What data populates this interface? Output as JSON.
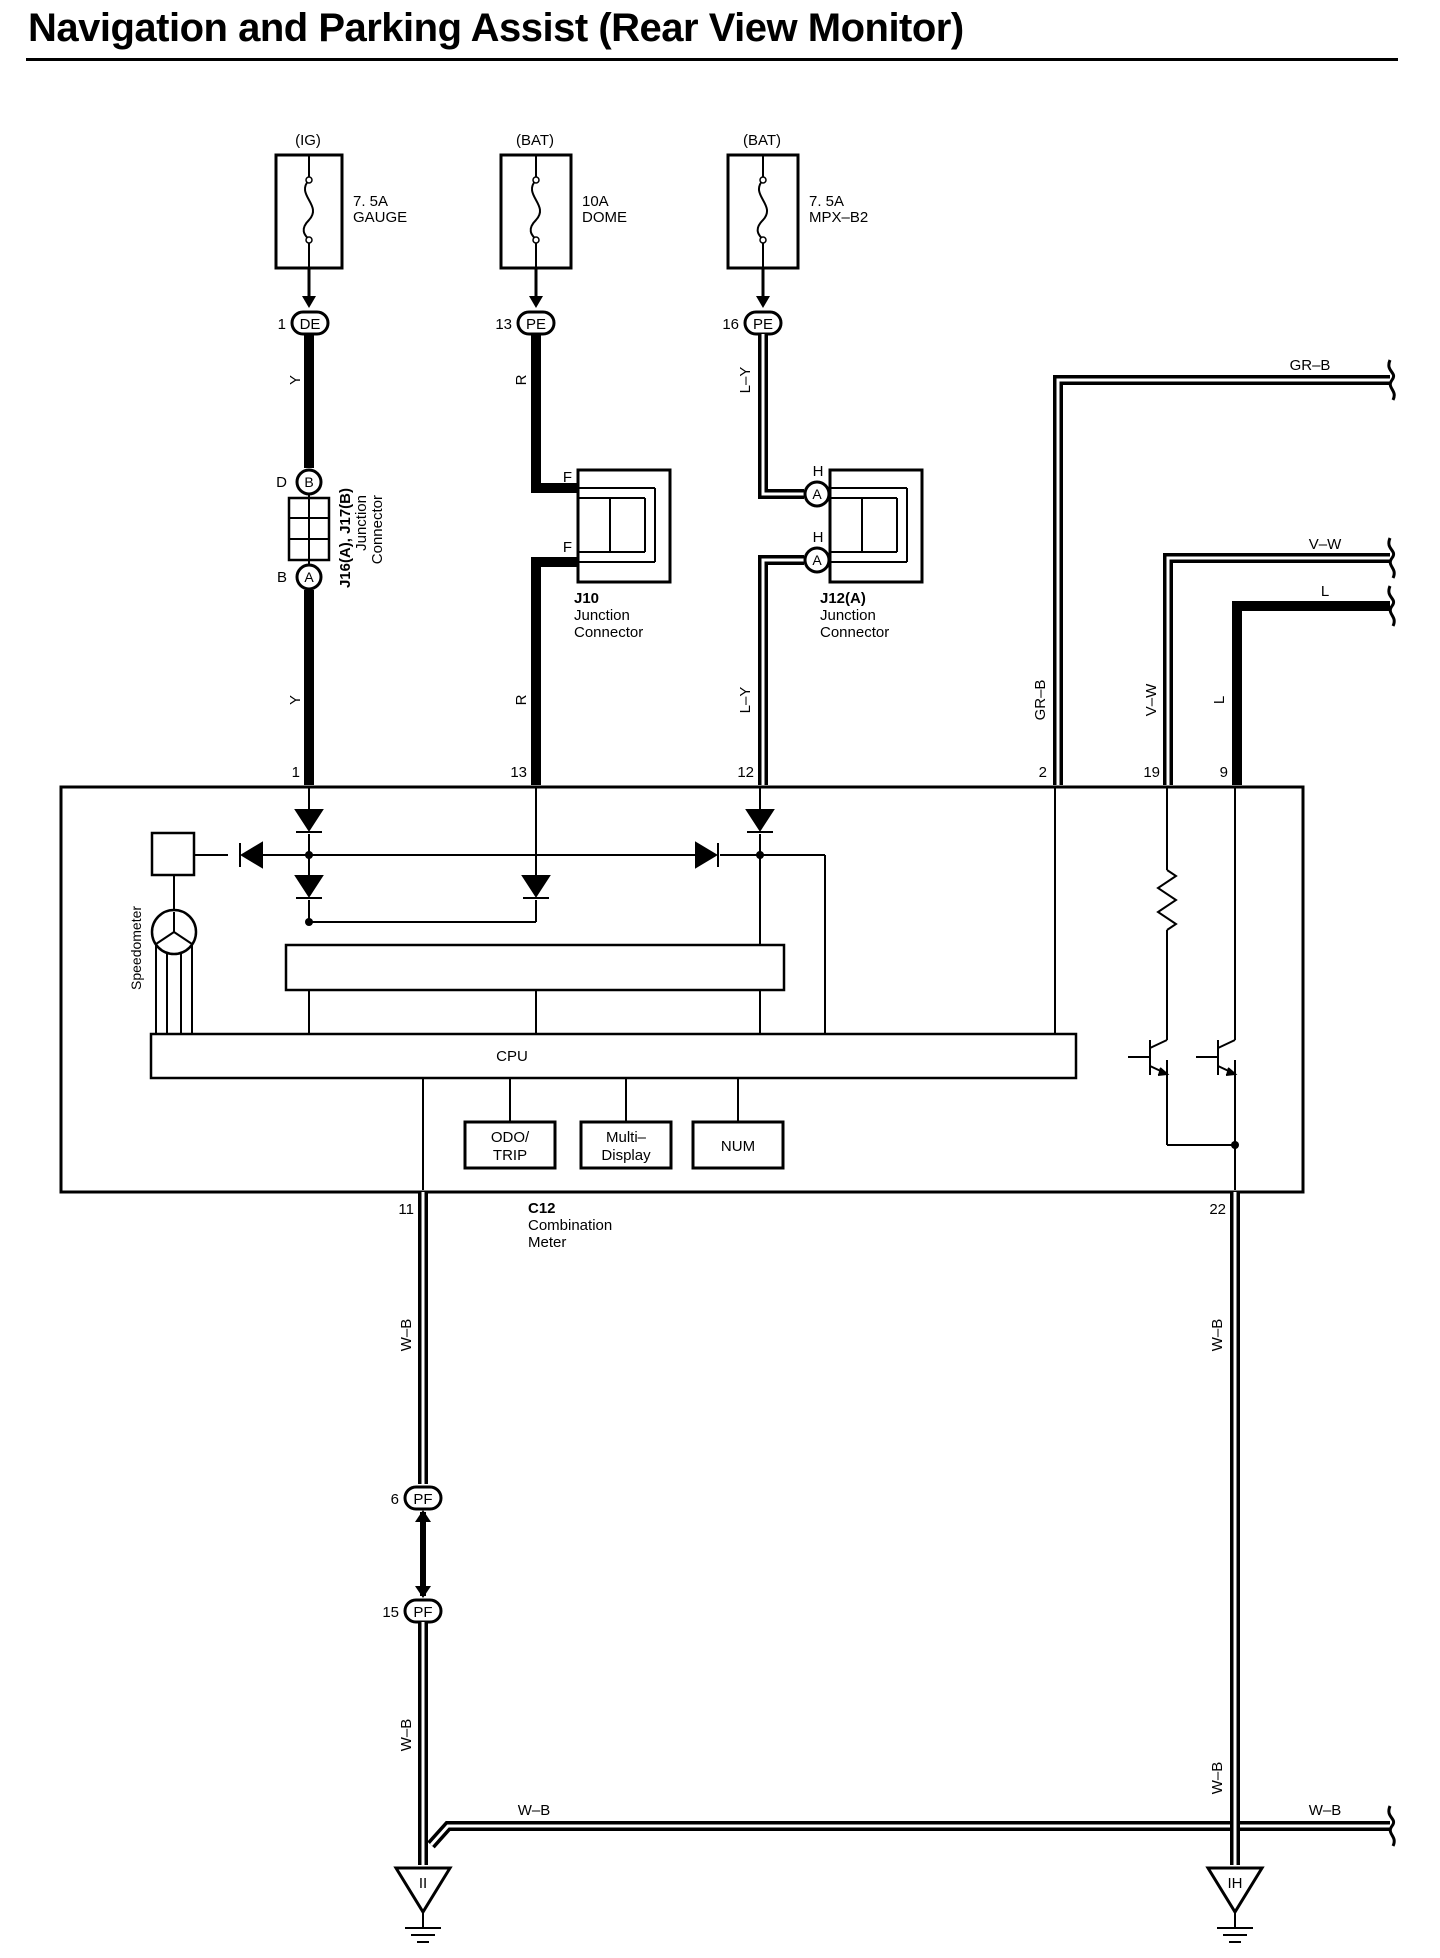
{
  "title": "Navigation and Parking Assist (Rear View Monitor)",
  "fuses": [
    {
      "source": "(IG)",
      "rating": "7. 5A",
      "name": "GAUGE"
    },
    {
      "source": "(BAT)",
      "rating": "10A",
      "name": "DOME"
    },
    {
      "source": "(BAT)",
      "rating": "7. 5A",
      "name": "MPX–B2"
    }
  ],
  "connectors": {
    "de_pin": "1",
    "de": "DE",
    "pe13_pin": "13",
    "pe": "PE",
    "pe16_pin": "16",
    "pf6_pin": "6",
    "pf": "PF",
    "pf15_pin": "15"
  },
  "junctions": {
    "j16": {
      "code": "J16(A), J17(B)",
      "l1": "Junction",
      "l2": "Connector",
      "pin_d": "D",
      "pin_b": "B",
      "tag_b": "B",
      "tag_a": "A"
    },
    "j10": {
      "code": "J10",
      "l1": "Junction",
      "l2": "Connector",
      "pin_f": "F"
    },
    "j12": {
      "code": "J12(A)",
      "l1": "Junction",
      "l2": "Connector",
      "pin_h": "H",
      "tag_a": "A"
    }
  },
  "wires": {
    "y": "Y",
    "r": "R",
    "ly": "L–Y",
    "grb": "GR–B",
    "vw": "V–W",
    "l": "L",
    "wb": "W–B"
  },
  "meter": {
    "code": "C12",
    "l1": "Combination",
    "l2": "Meter",
    "pins": {
      "p1": "1",
      "p13": "13",
      "p12": "12",
      "p2": "2",
      "p19": "19",
      "p9": "9",
      "p11": "11",
      "p22": "22"
    },
    "speedometer": "Speedometer",
    "cpu": "CPU",
    "odo1": "ODO/",
    "odo2": "TRIP",
    "multi1": "Multi–",
    "multi2": "Display",
    "num": "NUM"
  },
  "grounds": {
    "left": "II",
    "right": "IH"
  }
}
